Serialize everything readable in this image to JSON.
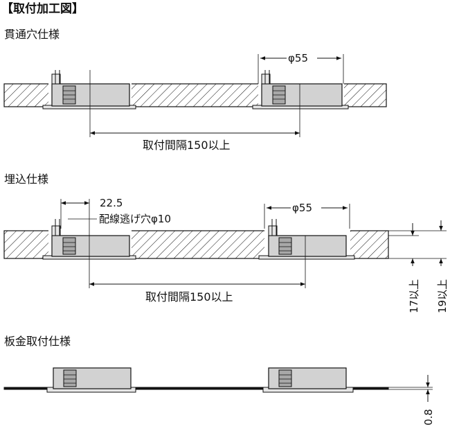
{
  "title": "【取付加工図】",
  "sections": {
    "through": {
      "label": "貫通穴仕様",
      "dia_label": "φ55",
      "pitch_label": "取付間隔150以上"
    },
    "embedded": {
      "label": "埋込仕様",
      "offset_label": "22.5",
      "cable_label": "配線逃げ穴φ10",
      "dia_label": "φ55",
      "pitch_label": "取付間隔150以上",
      "depth17_label": "17以上",
      "depth19_label": "19以上"
    },
    "sheet": {
      "label": "板金取付仕様",
      "thickness_label": "0.8"
    }
  }
}
